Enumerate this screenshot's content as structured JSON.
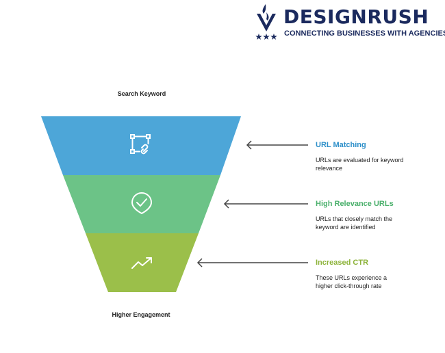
{
  "brand": {
    "name": "DESIGNRUSH",
    "tagline": "CONNECTING BUSINESSES WITH AGENCIES",
    "color": "#1b2a5e"
  },
  "funnel": {
    "top_label": "Search Keyword",
    "bottom_label": "Higher Engagement",
    "stages": [
      {
        "title": "URL Matching",
        "description": "URLs are evaluated for keyword relevance",
        "color": "#4da6d8",
        "title_color": "#2d8fc9",
        "icon": "link-frame-icon"
      },
      {
        "title": "High Relevance URLs",
        "description": "URLs that closely match the keyword are identified",
        "color": "#6cc387",
        "title_color": "#4bb06c",
        "icon": "check-badge-icon"
      },
      {
        "title": "Increased CTR",
        "description": "These URLs experience a higher click-through rate",
        "color": "#9bbf4a",
        "title_color": "#8db33a",
        "icon": "trending-up-icon"
      }
    ]
  }
}
